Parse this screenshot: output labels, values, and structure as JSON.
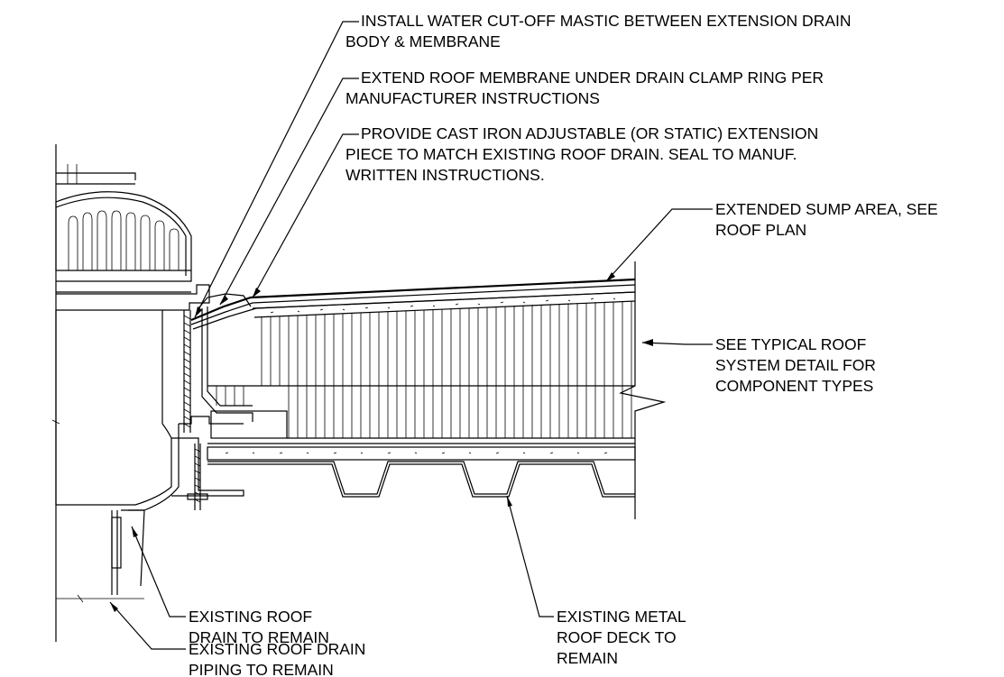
{
  "notes": [
    {
      "id": "mastic",
      "lines": [
        "INSTALL WATER CUT-OFF MASTIC BETWEEN EXTENSION DRAIN",
        "BODY & MEMBRANE"
      ]
    },
    {
      "id": "membrane",
      "lines": [
        "EXTEND ROOF MEMBRANE UNDER DRAIN CLAMP RING PER",
        "MANUFACTURER INSTRUCTIONS"
      ]
    },
    {
      "id": "extension",
      "lines": [
        "PROVIDE CAST IRON ADJUSTABLE (OR STATIC) EXTENSION",
        "PIECE TO MATCH EXISTING ROOF DRAIN. SEAL TO MANUF.",
        "WRITTEN INSTRUCTIONS."
      ]
    },
    {
      "id": "sump",
      "lines": [
        "EXTENDED SUMP AREA, SEE",
        "ROOF PLAN"
      ]
    },
    {
      "id": "system",
      "lines": [
        "SEE TYPICAL ROOF",
        "SYSTEM  DETAIL FOR",
        "COMPONENT TYPES"
      ]
    },
    {
      "id": "drain",
      "lines": [
        "EXISTING ROOF",
        "DRAIN TO REMAIN"
      ]
    },
    {
      "id": "deck",
      "lines": [
        "EXISTING METAL",
        "ROOF DECK TO",
        "REMAIN"
      ]
    },
    {
      "id": "piping",
      "lines": [
        "EXISTING ROOF DRAIN",
        "PIPING TO REMAIN"
      ]
    }
  ],
  "colors": {
    "line": "#000000",
    "background": "#ffffff"
  }
}
